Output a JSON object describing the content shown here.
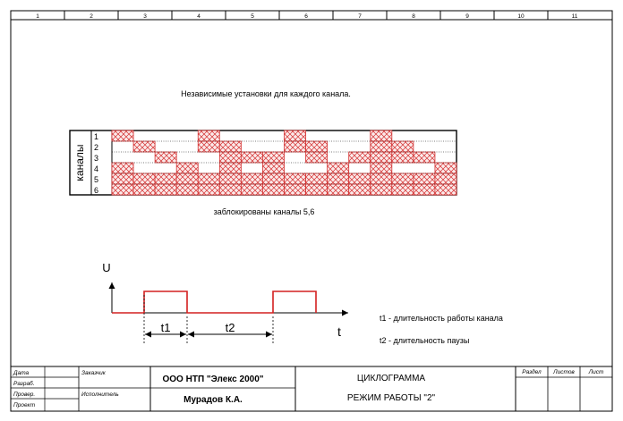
{
  "ruler": {
    "columns": [
      "1",
      "2",
      "3",
      "4",
      "5",
      "6",
      "7",
      "8",
      "9",
      "10",
      "11"
    ]
  },
  "heading": "Независимые установки для каждого канала.",
  "channels": {
    "label": "каналы",
    "numbers": [
      "1",
      "2",
      "3",
      "4",
      "5",
      "6"
    ],
    "cells_per_row": 16,
    "active": [
      [
        0,
        4,
        8,
        12
      ],
      [
        1,
        4,
        5,
        8,
        9,
        12,
        13
      ],
      [
        2,
        5,
        6,
        7,
        9,
        11,
        12,
        13,
        14
      ],
      [
        0,
        3,
        5,
        7,
        10,
        12,
        15
      ],
      [
        0,
        1,
        2,
        3,
        4,
        5,
        6,
        7,
        8,
        9,
        10,
        11,
        12,
        13,
        14,
        15
      ],
      [
        0,
        1,
        2,
        3,
        4,
        5,
        6,
        7,
        8,
        9,
        10,
        11,
        12,
        13,
        14,
        15
      ]
    ],
    "hatch_color": "#d43030"
  },
  "blocked_note": "заблокированы каналы 5,6",
  "pulse": {
    "y_axis": "U",
    "x_axis": "t",
    "t1": "t1",
    "t2": "t2",
    "color": "#d42020",
    "legend": [
      "t1 - длительность работы канала",
      "t2 - длительность паузы"
    ]
  },
  "stamp": {
    "row_labels": [
      "Дата",
      "Разраб.",
      "Провер.",
      "Проект"
    ],
    "customer_label": "Заказчик",
    "executor_label": "Исполнитель",
    "company": "ООО НТП \"Элекс 2000\"",
    "author": "Мурадов К.А.",
    "title1": "ЦИКЛОГРАММА",
    "title2": "РЕЖИМ РАБОТЫ \"2\"",
    "section_label": "Раздел",
    "sheets_label": "Листов",
    "sheet_label": "Лист"
  }
}
